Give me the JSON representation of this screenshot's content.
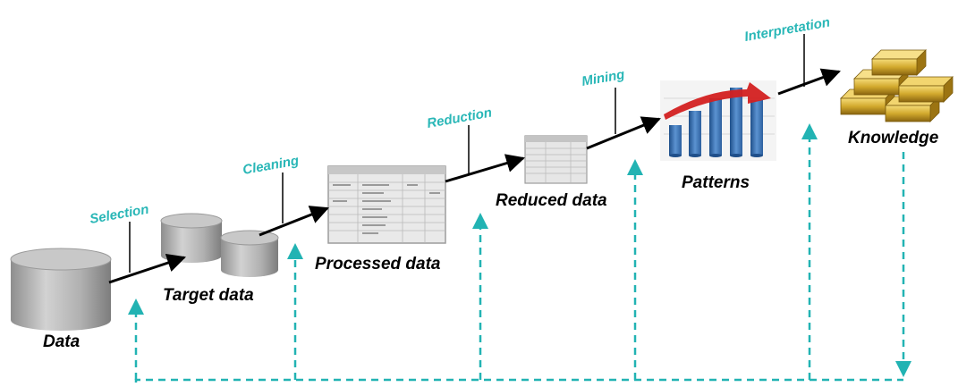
{
  "diagram": {
    "stages": {
      "data": "Data",
      "target_data": "Target data",
      "processed_data": "Processed data",
      "reduced_data": "Reduced data",
      "patterns": "Patterns",
      "knowledge": "Knowledge"
    },
    "steps": {
      "selection": "Selection",
      "cleaning": "Cleaning",
      "reduction": "Reduction",
      "mining": "Mining",
      "interpretation": "Interpretation"
    },
    "colors": {
      "step_label": "#2ab7b7",
      "feedback_line": "#22b3b3",
      "flow_arrow": "#000000",
      "cylinder": "#a9a9a9",
      "bar": "#3f77b5",
      "trend_arrow": "#d32020",
      "gold": "#c9a21a"
    },
    "icons": [
      "database-cylinder-icon",
      "spreadsheet-icon",
      "bar-chart-icon",
      "gold-bars-icon"
    ]
  }
}
